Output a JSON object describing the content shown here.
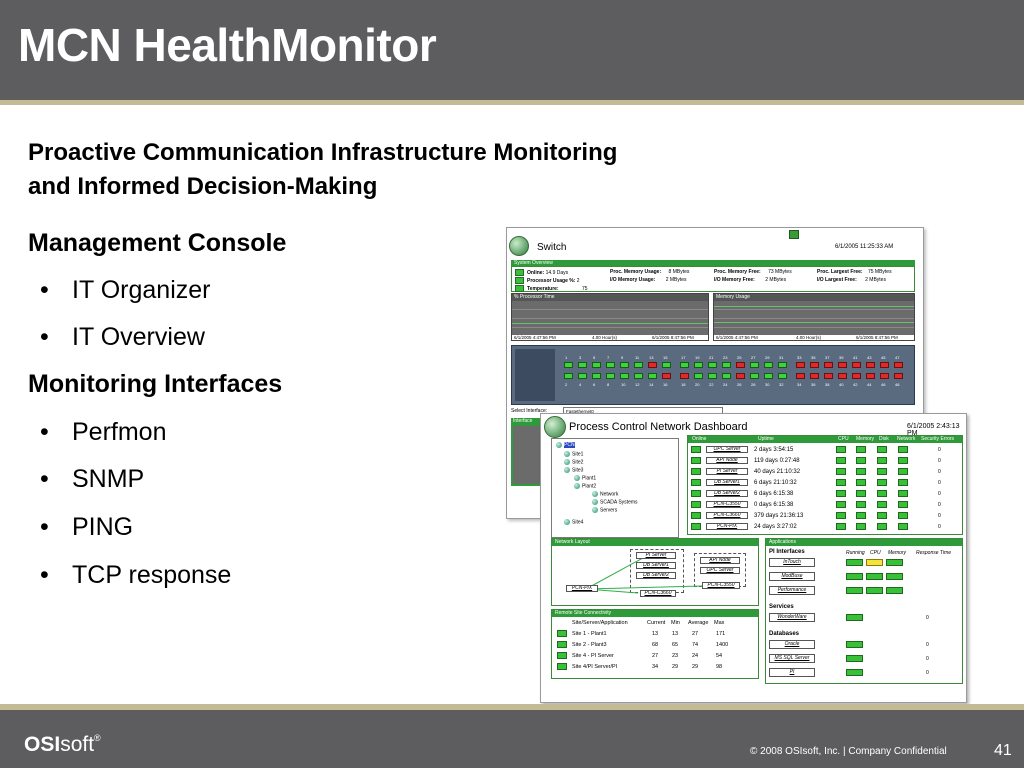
{
  "slide": {
    "title": "MCN HealthMonitor",
    "subtitle_line1": "Proactive Communication Infrastructure Monitoring",
    "subtitle_line2": "and Informed Decision-Making",
    "sections": [
      {
        "heading": "Management Console",
        "items": [
          "IT Organizer",
          "IT Overview"
        ]
      },
      {
        "heading": "Monitoring Interfaces",
        "items": [
          "Perfmon",
          "SNMP",
          "PING",
          "TCP response"
        ]
      }
    ],
    "bullet": "•",
    "footer": {
      "logo_bold": "OSI",
      "logo_rest": "soft",
      "logo_mark": "®",
      "copyright": "© 2008 OSIsoft, Inc.  |  Company Confidential",
      "page": "41"
    },
    "colors": {
      "header": "#5d5d5f",
      "accent_line": "#c3bb96",
      "status_green": "#39c039",
      "status_red": "#e02a2a",
      "status_yellow": "#f2e43a"
    }
  },
  "switch_screen": {
    "title": "Switch",
    "date": "6/1/2005 11:25:33 AM",
    "overview_header": "System Overview",
    "fields": {
      "online_label": "Online:",
      "online_value": "14.9 Days",
      "cpu_label": "Processor Usage %:",
      "cpu_value": "2",
      "temp_label": "Temperature:",
      "temp_value": "75",
      "proc_mem_usage_label": "Proc. Memory Usage:",
      "proc_mem_usage_value": "8 MBytes",
      "io_mem_usage_label": "I/O Memory Usage:",
      "io_mem_usage_value": "2 MBytes",
      "proc_mem_free_label": "Proc. Memory Free:",
      "proc_mem_free_value": "73 MBytes",
      "io_mem_free_label": "I/O Memory Free:",
      "io_mem_free_value": "2 MBytes",
      "proc_largest_free_label": "Proc. Largest Free:",
      "proc_largest_free_value": "75 MBytes",
      "io_largest_free_label": "I/O Largest Free:",
      "io_largest_free_value": "2 MBytes"
    },
    "charts": [
      {
        "label": "% Processor Time",
        "start": "6/1/2005 4:47:56 PM",
        "span": "4.00 Hour(s)",
        "end": "6/1/2005 8:47:56 PM"
      },
      {
        "label": "Memory Usage",
        "start": "6/1/2005 4:47:56 PM",
        "span": "4.00 Hour(s)",
        "end": "6/1/2005 8:47:56 PM"
      }
    ],
    "ports_top": [
      "1",
      "3",
      "5",
      "7",
      "9",
      "11",
      "13",
      "15",
      "17",
      "19",
      "21",
      "23",
      "25",
      "27",
      "29",
      "31",
      "33",
      "35",
      "37",
      "39",
      "41",
      "43",
      "45",
      "47"
    ],
    "ports_bottom": [
      "2",
      "4",
      "6",
      "8",
      "10",
      "12",
      "14",
      "16",
      "18",
      "20",
      "22",
      "24",
      "26",
      "28",
      "30",
      "32",
      "34",
      "36",
      "38",
      "40",
      "42",
      "44",
      "46",
      "48"
    ],
    "select_label": "Select Interface:",
    "select_value": "Fastethernet0",
    "interface_header": "Interface"
  },
  "pcn_screen": {
    "title": "Process Control Network Dashboard",
    "date": "6/1/2005 2:43:13 PM",
    "tree": [
      {
        "label": "PCN",
        "level": 0
      },
      {
        "label": "Site1",
        "level": 1
      },
      {
        "label": "Site2",
        "level": 1
      },
      {
        "label": "Site3",
        "level": 1
      },
      {
        "label": "Plant1",
        "level": 2
      },
      {
        "label": "Plant2",
        "level": 2
      },
      {
        "label": "Network",
        "level": 3
      },
      {
        "label": "SCADA Systems",
        "level": 3
      },
      {
        "label": "Servers",
        "level": 3
      },
      {
        "label": "Site4",
        "level": 1
      }
    ],
    "server_headers": {
      "online": "Online",
      "uptime": "Uptime",
      "cpu": "CPU",
      "memory": "Memory",
      "disk": "Disk",
      "network": "Network",
      "errors": "Security Errors"
    },
    "servers": [
      {
        "name": "OPC Server",
        "uptime": "2 days 3:54:15",
        "errors": "0"
      },
      {
        "name": "API Node",
        "uptime": "119 days 0:27:48",
        "errors": "0"
      },
      {
        "name": "PI Server",
        "uptime": "40 days 21:10:32",
        "errors": "0"
      },
      {
        "name": "DB Server1",
        "uptime": "6 days 21:10:32",
        "errors": "0"
      },
      {
        "name": "DB Server2",
        "uptime": "6 days 6:15:38",
        "errors": "0"
      },
      {
        "name": "PCN-C3550",
        "uptime": "0 days 6:15:38",
        "errors": "0"
      },
      {
        "name": "PCN-C3660",
        "uptime": "379 days 21:36:13",
        "errors": "0"
      },
      {
        "name": "PCN-PIX",
        "uptime": "24 days 3:27:02",
        "errors": "0"
      }
    ],
    "network_header": "Network Layout",
    "network_nodes": [
      "PI Server",
      "DB Server1",
      "DB Server2",
      "PCN-C3660",
      "API Node",
      "OPC Server",
      "PCN-C3550",
      "PCN-PIX"
    ],
    "remote_header": "Remote Site Connectivity",
    "remote_cols": {
      "site": "Site/Server/Application",
      "current": "Current",
      "min": "Min",
      "avg": "Average",
      "max": "Max"
    },
    "remote_rows": [
      {
        "site": "Site 1 - Plant1",
        "current": "13",
        "min": "13",
        "avg": "27",
        "max": "171"
      },
      {
        "site": "Site 2 - Plant3",
        "current": "68",
        "min": "65",
        "avg": "74",
        "max": "1400"
      },
      {
        "site": "Site 4 - PI Server",
        "current": "27",
        "min": "23",
        "avg": "24",
        "max": "54"
      },
      {
        "site": "Site 4/PI Server/PI",
        "current": "34",
        "min": "29",
        "avg": "29",
        "max": "98"
      }
    ],
    "apps_header": "Applications",
    "pi_interfaces_label": "PI Interfaces",
    "app_cols": {
      "running": "Running",
      "cpu": "CPU",
      "memory": "Memory",
      "response": "Response Time"
    },
    "pi_interfaces": [
      {
        "name": "InTouch",
        "value": ""
      },
      {
        "name": "ModBuse",
        "value": ""
      },
      {
        "name": "Performance",
        "value": ""
      }
    ],
    "services_label": "Services",
    "services": [
      {
        "name": "WonderWare",
        "value": "0"
      }
    ],
    "databases_label": "Databases",
    "databases": [
      {
        "name": "Oracle",
        "value": "0"
      },
      {
        "name": "MS SQL Server",
        "value": "0"
      },
      {
        "name": "PI",
        "value": "0"
      }
    ]
  }
}
